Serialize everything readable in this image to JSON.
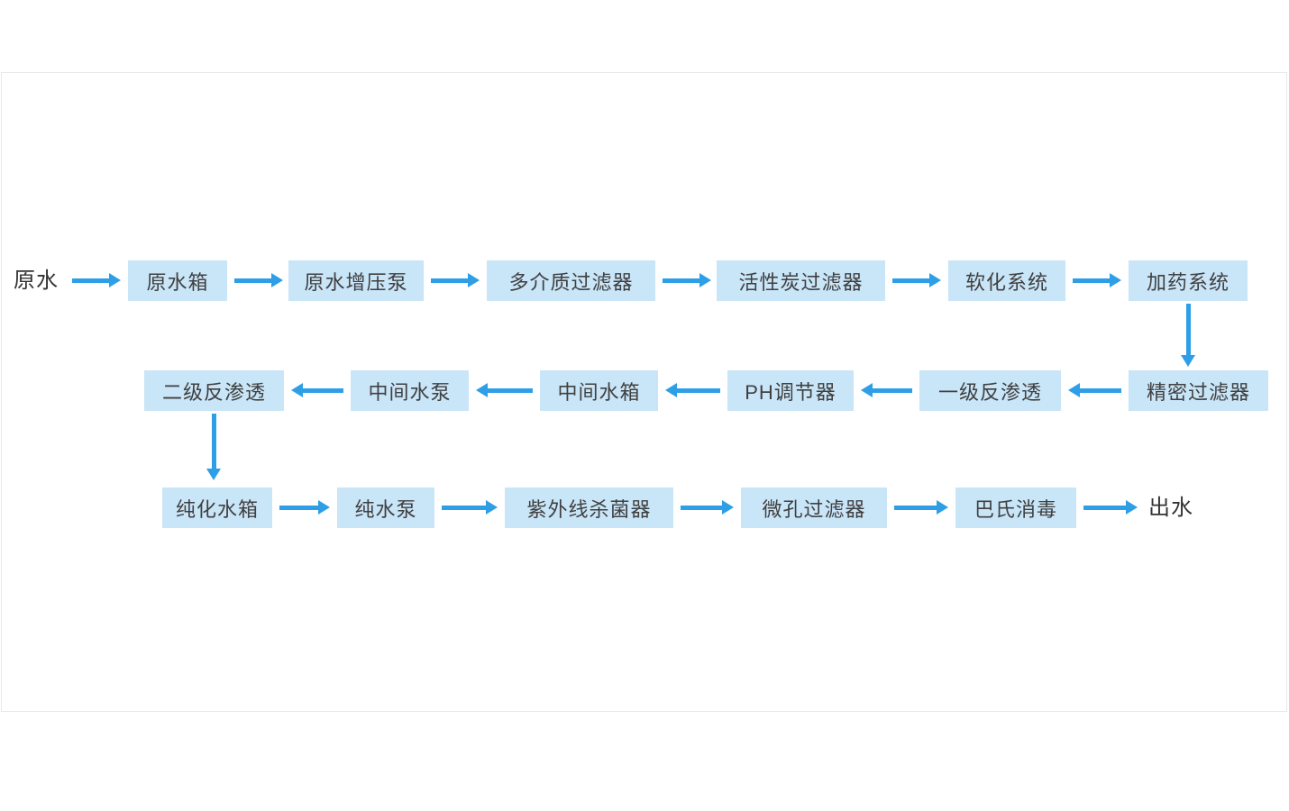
{
  "diagram": {
    "start_label": "原水",
    "end_label": "出水",
    "nodes": [
      {
        "id": "raw-water-tank",
        "label": "原水箱"
      },
      {
        "id": "raw-water-booster-pump",
        "label": "原水增压泵"
      },
      {
        "id": "multi-media-filter",
        "label": "多介质过滤器"
      },
      {
        "id": "activated-carbon-filter",
        "label": "活性炭过滤器"
      },
      {
        "id": "softening-system",
        "label": "软化系统"
      },
      {
        "id": "dosing-system",
        "label": "加药系统"
      },
      {
        "id": "precision-filter",
        "label": "精密过滤器"
      },
      {
        "id": "first-stage-reverse-osmosis",
        "label": "一级反渗透"
      },
      {
        "id": "ph-regulator",
        "label": "PH调节器"
      },
      {
        "id": "intermediate-water-tank",
        "label": "中间水箱"
      },
      {
        "id": "intermediate-water-pump",
        "label": "中间水泵"
      },
      {
        "id": "second-stage-reverse-osmosis",
        "label": "二级反渗透"
      },
      {
        "id": "purified-water-tank",
        "label": "纯化水箱"
      },
      {
        "id": "pure-water-pump",
        "label": "纯水泵"
      },
      {
        "id": "uv-sterilizer",
        "label": "紫外线杀菌器"
      },
      {
        "id": "microporous-filter",
        "label": "微孔过滤器"
      },
      {
        "id": "pasteurization",
        "label": "巴氏消毒"
      }
    ],
    "flow_sequence": [
      "原水",
      "原水箱",
      "原水增压泵",
      "多介质过滤器",
      "活性炭过滤器",
      "软化系统",
      "加药系统",
      "精密过滤器",
      "一级反渗透",
      "PH调节器",
      "中间水箱",
      "中间水泵",
      "二级反渗透",
      "纯化水箱",
      "纯水泵",
      "紫外线杀菌器",
      "微孔过滤器",
      "巴氏消毒",
      "出水"
    ],
    "colors": {
      "node_fill": "#c9e5f8",
      "node_text": "#404040",
      "arrow": "#2e9fe6",
      "label_text": "#333333"
    }
  }
}
